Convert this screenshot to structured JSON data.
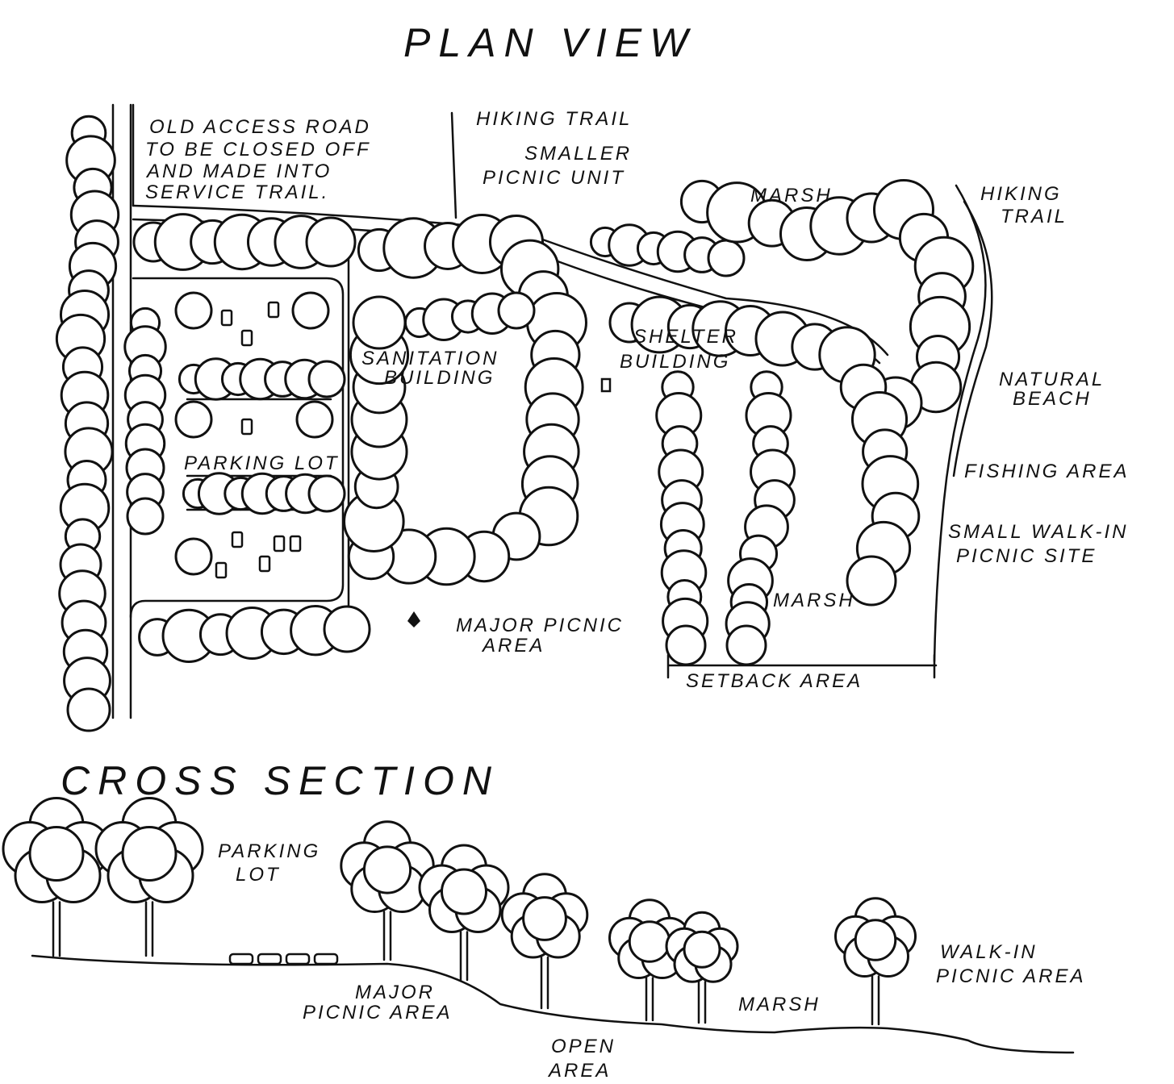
{
  "plan_view": {
    "title": "PLAN VIEW",
    "labels": {
      "old_access_road": [
        "OLD ACCESS ROAD",
        "TO BE CLOSED OFF",
        "AND MADE INTO",
        "SERVICE TRAIL."
      ],
      "hiking_trail_top": "HIKING TRAIL",
      "smaller_picnic_unit": [
        "SMALLER",
        "PICNIC UNIT"
      ],
      "marsh_top": "MARSH",
      "hiking_trail_right": [
        "HIKING",
        "TRAIL"
      ],
      "sanitation_building": [
        "SANITATION",
        "BUILDING"
      ],
      "shelter_building": [
        "SHELTER",
        "BUILDING"
      ],
      "natural_beach": [
        "NATURAL",
        "BEACH"
      ],
      "fishing_area": "FISHING AREA",
      "small_walk_in_picnic_site": [
        "SMALL WALK-IN",
        "PICNIC SITE"
      ],
      "parking_lot": "PARKING LOT",
      "marsh_bottom": "MARSH",
      "major_picnic_area": [
        "MAJOR PICNIC",
        "AREA"
      ],
      "setback_area": "SETBACK AREA"
    }
  },
  "cross_section": {
    "title": "CROSS SECTION",
    "labels": {
      "parking_lot": [
        "PARKING",
        "LOT"
      ],
      "major_picnic_area": [
        "MAJOR",
        "PICNIC AREA"
      ],
      "open_area": [
        "OPEN",
        "AREA"
      ],
      "marsh": "MARSH",
      "walk_in_picnic_area": [
        "WALK-IN",
        "PICNIC AREA"
      ]
    }
  },
  "colors": {
    "ink": "#111111",
    "paper": "#ffffff"
  }
}
